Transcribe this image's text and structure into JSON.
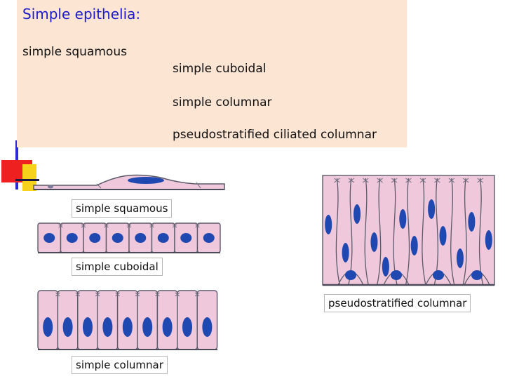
{
  "heading": {
    "title": "Simple epithelia:",
    "items": {
      "squamous": "simple squamous",
      "cuboidal": "simple cuboidal",
      "columnar": "simple columnar",
      "pseudostratified": "pseudostratified ciliated columnar"
    }
  },
  "figure_labels": {
    "squamous": "simple squamous",
    "cuboidal": "simple cuboidal",
    "columnar": "simple columnar",
    "pseudostratified": "pseudostratified columnar"
  },
  "colors": {
    "title_box": "#fde5d4",
    "title_text": "#1a1acc",
    "cytoplasm": "#f0c8dc",
    "nucleus": "#1f49b0",
    "membrane": "#5a5a6a"
  }
}
